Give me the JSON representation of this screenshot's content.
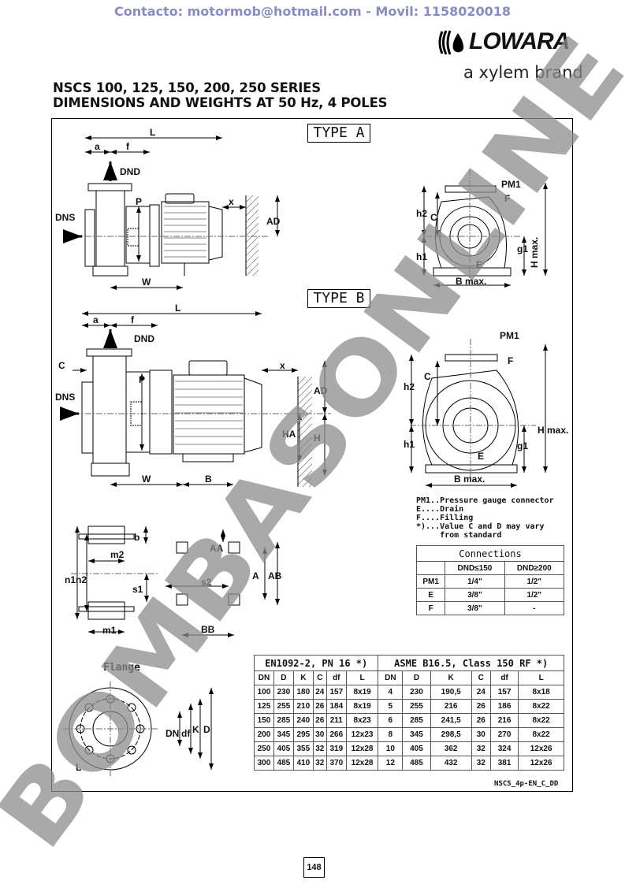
{
  "contact": "Contacto: motormob@hotmail.com - Movil: 1158020018",
  "logo": {
    "name": "LOWARA",
    "tagline": "a xylem brand"
  },
  "title": {
    "line1": "NSCS 100, 125, 150, 200, 250 SERIES",
    "line2": "DIMENSIONS AND WEIGHTS AT 50 Hz, 4 POLES"
  },
  "type_a": {
    "label": "TYPE A",
    "side": {
      "L": "L",
      "a": "a",
      "f": "f",
      "dnd": "DND",
      "dns": "DNS",
      "p": "P",
      "x": "x",
      "ad": "AD",
      "w": "W"
    },
    "front": {
      "pm1": "PM1",
      "f": "F",
      "h2": "h2",
      "c": "C",
      "h1": "h1",
      "g1": "g1",
      "hmax": "H max.",
      "e": "E",
      "bmax": "B max."
    }
  },
  "type_b": {
    "label": "TYPE B",
    "side": {
      "L": "L",
      "a": "a",
      "f": "f",
      "dnd": "DND",
      "c": "C",
      "dns": "DNS",
      "p": "P",
      "x": "x",
      "ad": "AD",
      "ha": "HA",
      "h": "H",
      "w": "W",
      "b": "B"
    },
    "front": {
      "pm1": "PM1",
      "f": "F",
      "h2": "h2",
      "c": "C",
      "h1": "h1",
      "g1": "g1",
      "hmax": "H max.",
      "e": "E",
      "bmax": "B max."
    }
  },
  "feet": {
    "b": "b",
    "m2": "m2",
    "n1": "n1",
    "n2": "n2",
    "s1": "s1",
    "m1": "m1",
    "aa": "AA",
    "s2": "s2",
    "a": "A",
    "ab": "AB",
    "bb": "BB"
  },
  "flange_drawing": {
    "label": "Flange",
    "dn": "DN",
    "df": "df",
    "k": "K",
    "d": "D",
    "l": "L"
  },
  "legend": [
    "PM1..Pressure gauge connector",
    "E....Drain",
    "F....Filling",
    "*)...Value C and D may vary",
    "     from standard"
  ],
  "connections": {
    "title": "Connections",
    "columns": [
      "",
      "DND≤150",
      "DND≥200"
    ],
    "rows": [
      [
        "PM1",
        "1/4\"",
        "1/2\""
      ],
      [
        "E",
        "3/8\"",
        "1/2\""
      ],
      [
        "F",
        "3/8\"",
        "-"
      ]
    ]
  },
  "flange_table": {
    "group1": "EN1092-2, PN 16 *)",
    "group2": "ASME B16.5, Class 150 RF *)",
    "columns": [
      "DN",
      "D",
      "K",
      "C",
      "df",
      "L",
      "DN",
      "D",
      "K",
      "C",
      "df",
      "L"
    ],
    "rows": [
      [
        "100",
        "230",
        "180",
        "24",
        "157",
        "8x19",
        "4",
        "230",
        "190,5",
        "24",
        "157",
        "8x18"
      ],
      [
        "125",
        "255",
        "210",
        "26",
        "184",
        "8x19",
        "5",
        "255",
        "216",
        "26",
        "186",
        "8x22"
      ],
      [
        "150",
        "285",
        "240",
        "26",
        "211",
        "8x23",
        "6",
        "285",
        "241,5",
        "26",
        "216",
        "8x22"
      ],
      [
        "200",
        "345",
        "295",
        "30",
        "266",
        "12x23",
        "8",
        "345",
        "298,5",
        "30",
        "270",
        "8x22"
      ],
      [
        "250",
        "405",
        "355",
        "32",
        "319",
        "12x28",
        "10",
        "405",
        "362",
        "32",
        "324",
        "12x26"
      ],
      [
        "300",
        "485",
        "410",
        "32",
        "370",
        "12x28",
        "12",
        "485",
        "432",
        "32",
        "381",
        "12x26"
      ]
    ]
  },
  "drawing_code": "NSCS_4p-EN_C_DD",
  "page_number": "148",
  "watermark": "BOMBASONLINE"
}
